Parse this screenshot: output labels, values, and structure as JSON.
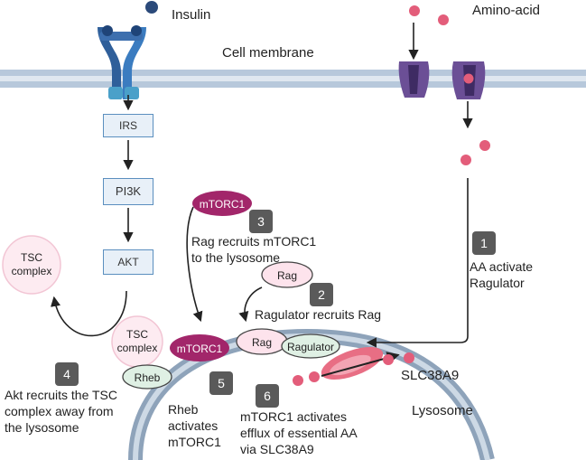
{
  "labels": {
    "insulin": "Insulin",
    "amino_acid": "Amino-acid",
    "cell_membrane": "Cell membrane",
    "irs": "IRS",
    "pi3k": "PI3K",
    "akt": "AKT",
    "tsc_complex_line1": "TSC",
    "tsc_complex_line2": "complex",
    "mtorc1": "mTORC1",
    "rag": "Rag",
    "ragulator": "Ragulator",
    "rheb": "Rheb",
    "slc38a9": "SLC38A9",
    "lysosome": "Lysosome"
  },
  "steps": [
    {
      "num": "1",
      "lines": [
        "AA activate",
        "Ragulator"
      ]
    },
    {
      "num": "2",
      "lines": [
        "Ragulator recruits Rag"
      ]
    },
    {
      "num": "3",
      "lines": [
        "Rag recruits mTORC1",
        "to the lysosome"
      ]
    },
    {
      "num": "4",
      "lines": [
        "Akt recruits the TSC",
        "complex away from",
        "the lysosome"
      ]
    },
    {
      "num": "5",
      "lines": [
        "Rheb",
        "activates",
        "mTORC1"
      ]
    },
    {
      "num": "6",
      "lines": [
        "mTORC1 activates",
        "efflux of essential AA",
        "via SLC38A9"
      ]
    }
  ],
  "colors": {
    "membrane": "#a9bfd6",
    "receptor": "#2f5f9a",
    "insulin_dot": "#2b4a7a",
    "amino_acid": "#e35d7a",
    "transporter": "#6b4f96",
    "mtorc1": "#a2266a",
    "rag_fill": "#fde3ec",
    "ragulator_fill": "#dff0e4",
    "rheb_fill": "#dff0e4",
    "tsc_fill": "#fdebf1",
    "slc38a9": "#e86e84",
    "lysosome": "#9fb3c8"
  }
}
